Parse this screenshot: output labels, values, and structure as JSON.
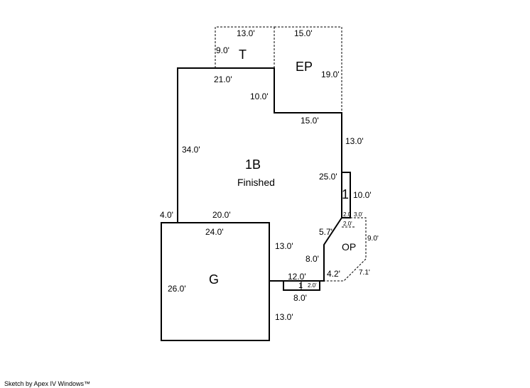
{
  "areas": {
    "t": "T",
    "ep": "EP",
    "main": "1B",
    "main_sub": "Finished",
    "garage": "G",
    "op": "OP",
    "bump": "1"
  },
  "dims": {
    "t_top": "13.0'",
    "t_side": "9.0'",
    "ep_top": "15.0'",
    "ep_side": "19.0'",
    "main_top": "21.0'",
    "notch_v": "10.0'",
    "notch_h": "15.0'",
    "right_upper": "13.0'",
    "right_mid": "25.0'",
    "bump_side": "10.0'",
    "left": "34.0'",
    "left_step": "4.0'",
    "main_bottom": "20.0'",
    "diag_upper": "5.7'",
    "right_lower": "13.0'",
    "inner_v": "8.0'",
    "bottom_12": "12.0'",
    "op_diag": "4.2'",
    "op_right": "9.0'",
    "op_bottom": "7.1'",
    "small_2a": "2.0",
    "small_3": "3.0'",
    "small_2b": "2.0'",
    "small_2c": "2.0'",
    "stoop_bottom": "8.0'",
    "stoop_side": "1",
    "g_top": "24.0'",
    "g_left": "26.0'",
    "g_right": "13.0'"
  },
  "credit": "Sketch by Apex IV Windows™"
}
